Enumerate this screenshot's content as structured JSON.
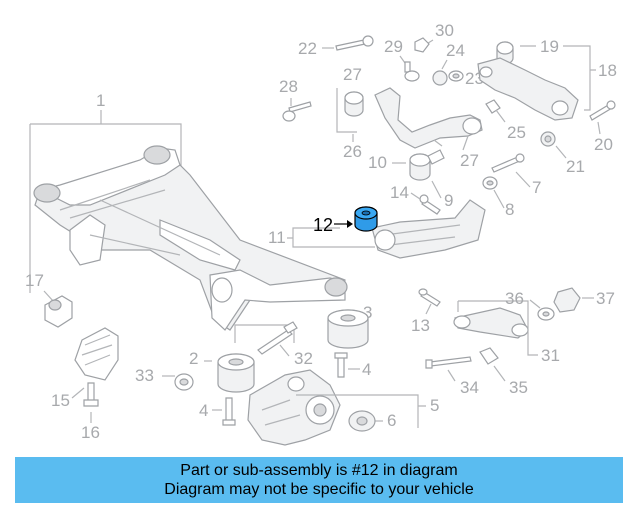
{
  "highlighted_part": "12",
  "callouts": {
    "n1": "1",
    "n2": "2",
    "n3": "3",
    "n4a": "4",
    "n4b": "4",
    "n5": "5",
    "n6": "6",
    "n7": "7",
    "n8": "8",
    "n9": "9",
    "n10": "10",
    "n11": "11",
    "n12": "12",
    "n13": "13",
    "n14": "14",
    "n15": "15",
    "n16": "16",
    "n17": "17",
    "n18": "18",
    "n19": "19",
    "n20": "20",
    "n21": "21",
    "n22": "22",
    "n23": "23",
    "n24": "24",
    "n25": "25",
    "n26": "26",
    "n27a": "27",
    "n27b": "27",
    "n28": "28",
    "n29": "29",
    "n30": "30",
    "n31": "31",
    "n32": "32",
    "n33": "33",
    "n34": "34",
    "n35": "35",
    "n36": "36",
    "n37": "37"
  },
  "banner": {
    "line1": "Part or sub-assembly is #12 in diagram",
    "line2": "Diagram may not be specific to your vehicle"
  },
  "colors": {
    "banner_bg": "#5abcf0",
    "highlight_part": "#2f9be8",
    "callout_gray": "#a7a9ac"
  }
}
